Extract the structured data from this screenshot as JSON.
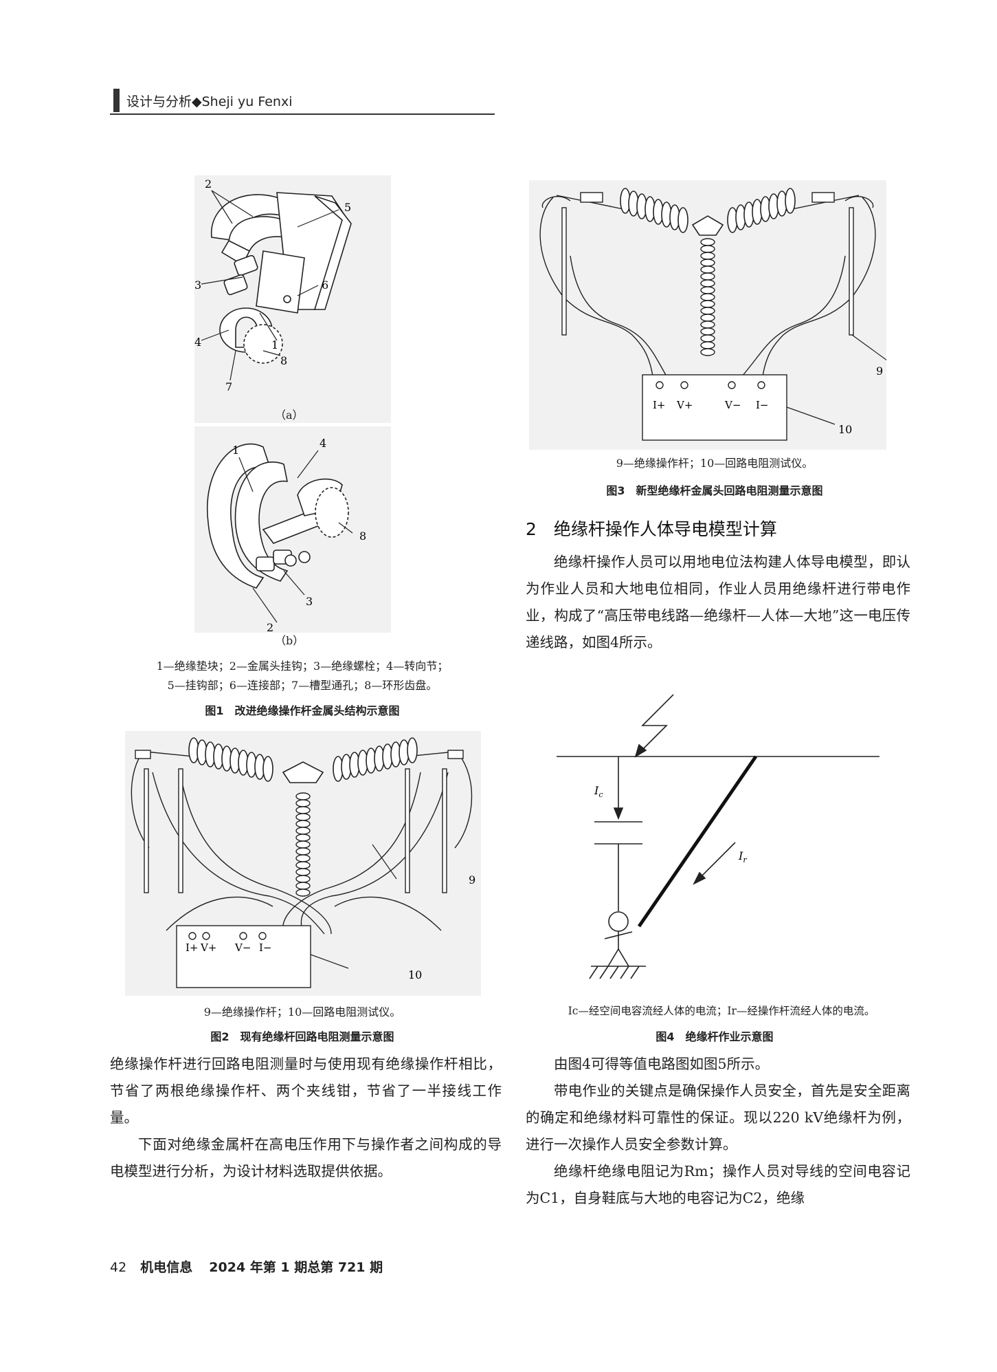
{
  "header": {
    "text": "设计与分析◆Sheji yu Fenxi"
  },
  "figure1": {
    "sub_a": "（a）",
    "sub_b": "（b）",
    "callouts_a": [
      "2",
      "5",
      "3",
      "6",
      "4",
      "1",
      "8",
      "7"
    ],
    "callouts_b": [
      "1",
      "4",
      "8",
      "3",
      "2"
    ],
    "legend_line1": "1—绝缘垫块；2—金属头挂钩；3—绝缘螺栓；4—转向节；",
    "legend_line2": "5—挂钩部；6—连接部；7—槽型通孔；8—环形齿盘。",
    "title": "图1　改进绝缘操作杆金属头结构示意图"
  },
  "figure2": {
    "terminals": [
      "I+",
      "V+",
      "V−",
      "I−"
    ],
    "callout_rod": "9",
    "callout_meter": "10",
    "legend": "9—绝缘操作杆；10—回路电阻测试仪。",
    "title": "图2　现有绝缘杆回路电阻测量示意图"
  },
  "figure3": {
    "terminals": [
      "I+",
      "V+",
      "V−",
      "I−"
    ],
    "callout_rod": "9",
    "callout_meter": "10",
    "legend": "9—绝缘操作杆；10—回路电阻测试仪。",
    "title": "图3　新型绝缘杆金属头回路电阻测量示意图"
  },
  "figure4": {
    "label_ic_main": "I",
    "label_ic_sub": "c",
    "label_ir_main": "I",
    "label_ir_sub": "r",
    "legend": "Ic—经空间电容流经人体的电流；Ir—经操作杆流经人体的电流。",
    "title": "图4　绝缘杆作业示意图"
  },
  "left_column": {
    "para1": "绝缘操作杆进行回路电阻测量时与使用现有绝缘操作杆相比，节省了两根绝缘操作杆、两个夹线钳，节省了一半接线工作量。",
    "para2": "下面对绝缘金属杆在高电压作用下与操作者之间构成的导电模型进行分析，为设计材料选取提供依据。"
  },
  "right_column": {
    "section_title": "2　绝缘杆操作人体导电模型计算",
    "para1": "绝缘杆操作人员可以用地电位法构建人体导电模型，即认为作业人员和大地电位相同，作业人员用绝缘杆进行带电作业，构成了“高压带电线路—绝缘杆—人体—大地”这一电压传递线路，如图4所示。",
    "para2": "由图4可得等值电路图如图5所示。",
    "para3": "带电作业的关键点是确保操作人员安全，首先是安全距离的确定和绝缘材料可靠性的保证。现以220 kV绝缘杆为例，进行一次操作人员安全参数计算。",
    "para4": "绝缘杆绝缘电阻记为Rm；操作人员对导线的空间电容记为C1，自身鞋底与大地的电容记为C2，绝缘"
  },
  "footer": {
    "page_number": "42",
    "journal": "机电信息",
    "issue": "2024 年第 1 期总第 721 期"
  }
}
